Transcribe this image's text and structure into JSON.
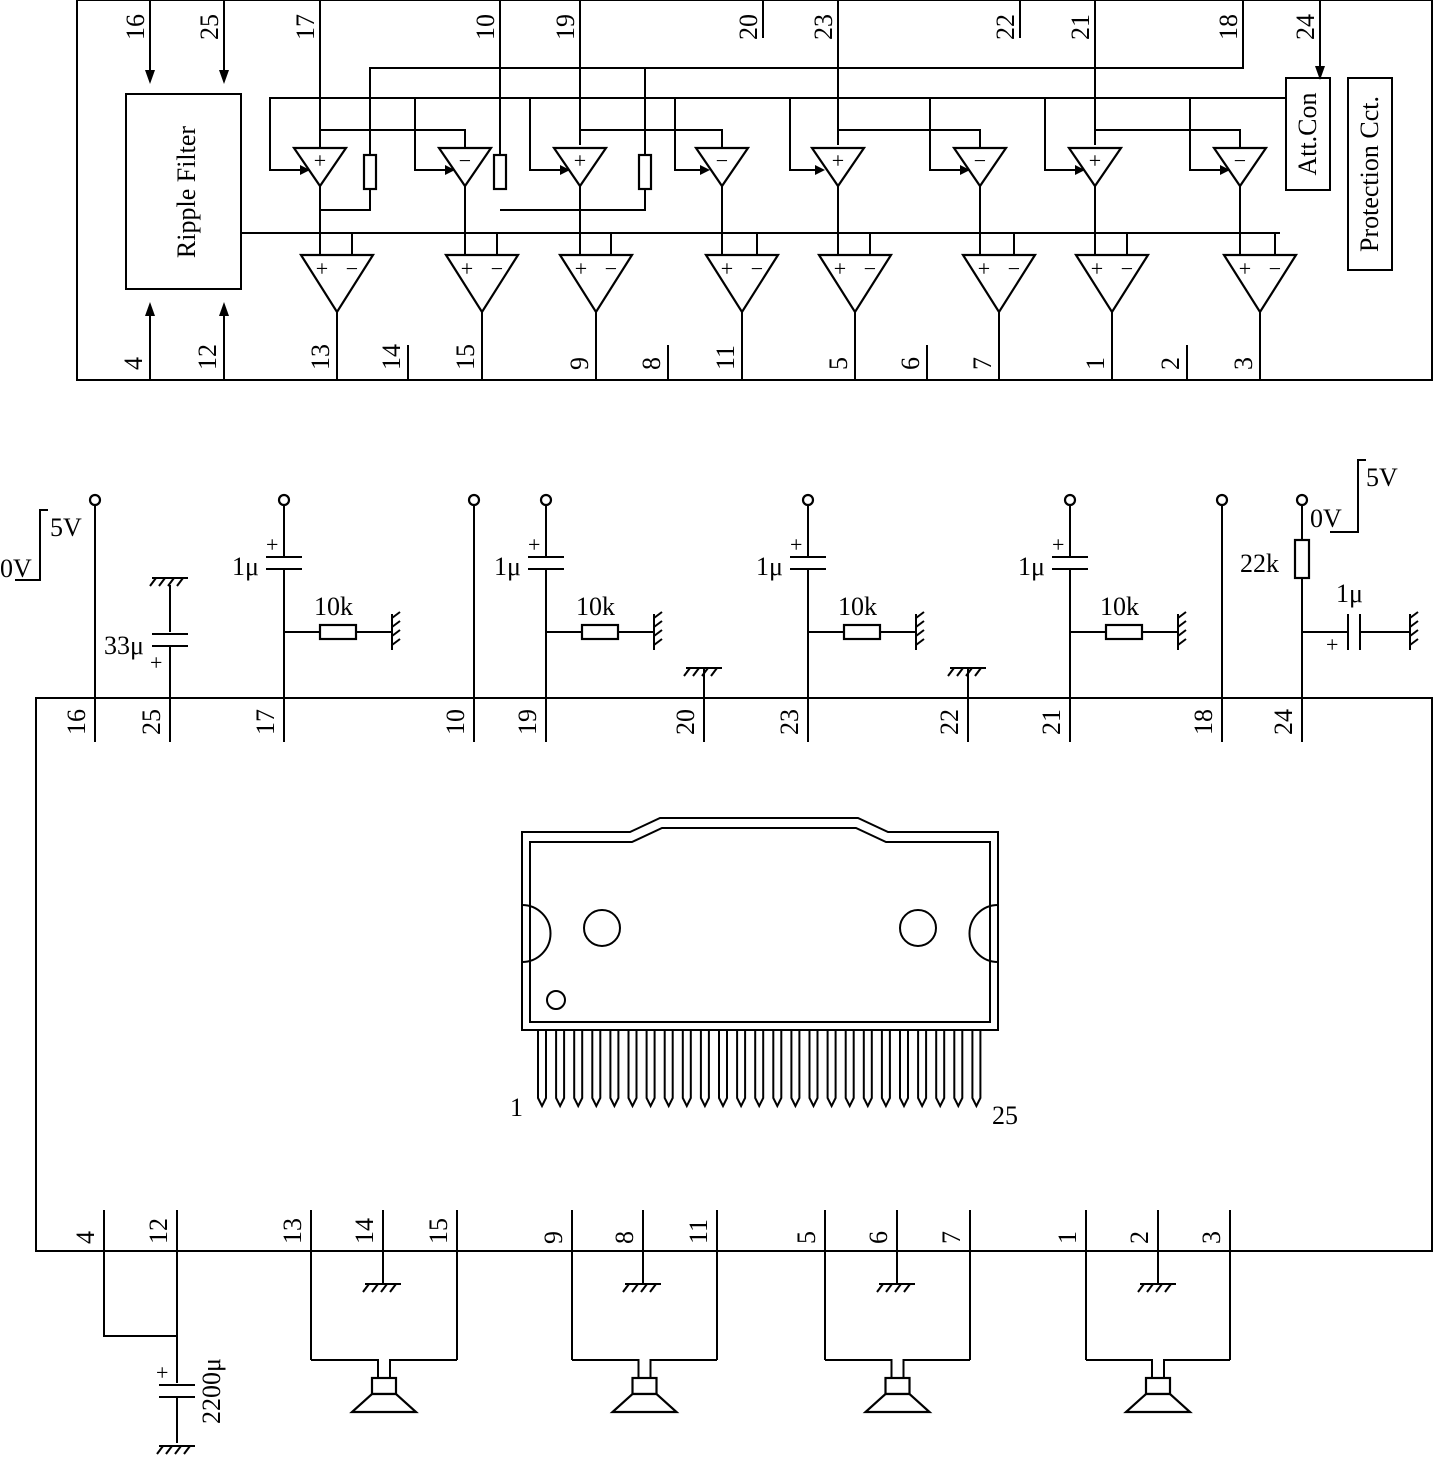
{
  "block_diagram": {
    "ripple_filter_label": "Ripple Filter",
    "att_con_label": "Att.Con",
    "protection_label": "Protection Cct.",
    "top_pins": [
      "16",
      "25",
      "17",
      "10",
      "19",
      "20",
      "23",
      "22",
      "21",
      "18",
      "24"
    ],
    "bottom_pins": [
      "4",
      "12",
      "13",
      "14",
      "15",
      "9",
      "8",
      "11",
      "5",
      "6",
      "7",
      "1",
      "2",
      "3"
    ],
    "amp_plus": "+",
    "amp_minus": "−"
  },
  "application_circuit": {
    "top_pins": [
      "16",
      "25",
      "17",
      "10",
      "19",
      "20",
      "23",
      "22",
      "21",
      "18",
      "24"
    ],
    "bottom_pins": [
      "4",
      "12",
      "13",
      "14",
      "15",
      "9",
      "8",
      "11",
      "5",
      "6",
      "7",
      "1",
      "2",
      "3"
    ],
    "mute_5v_label": "5V",
    "mute_0v_label": "0V",
    "att_5v_label": "5V",
    "att_0v_label": "0V",
    "ripple_cap_label": "33μ",
    "input_cap_label": "1μ",
    "input_res_label": "10k",
    "att_res_label": "22k",
    "att_cap_label": "1μ",
    "supply_cap_label": "2200μ",
    "package_pin_first": "1",
    "package_pin_last": "25",
    "plus_sign": "+"
  }
}
